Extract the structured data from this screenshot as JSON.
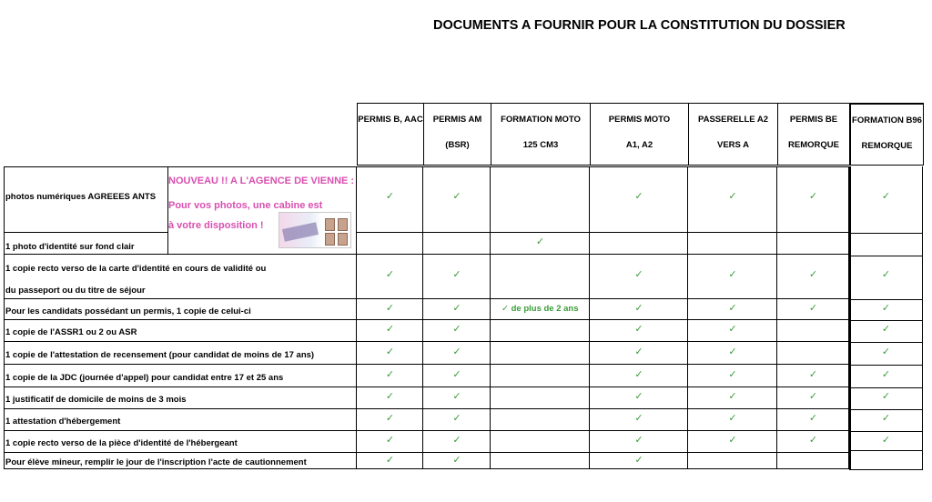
{
  "title": "DOCUMENTS A FOURNIR POUR LA CONSTITUTION DU DOSSIER",
  "columns": [
    {
      "line1": "PERMIS B, AAC",
      "line2": ""
    },
    {
      "line1": "PERMIS AM",
      "line2": "(BSR)"
    },
    {
      "line1": "FORMATION MOTO",
      "line2": "125 CM3"
    },
    {
      "line1": "PERMIS MOTO",
      "line2": "A1, A2"
    },
    {
      "line1": "PASSERELLE A2",
      "line2": "VERS A"
    },
    {
      "line1": "PERMIS BE",
      "line2": "REMORQUE"
    },
    {
      "line1": "FORMATION B96",
      "line2": "REMORQUE"
    }
  ],
  "promo": {
    "line1": "NOUVEAU !! A L'AGENCE DE VIENNE :",
    "line2": "Pour vos photos, une cabine est",
    "line3": "à votre disposition !"
  },
  "check_mark": "✓",
  "rows": [
    {
      "label": [
        "photos numériques AGREEES ANTS"
      ],
      "checks": [
        true,
        true,
        false,
        true,
        true,
        true,
        true
      ]
    },
    {
      "label": [
        "1 photo d'identité sur fond clair"
      ],
      "checks": [
        false,
        false,
        true,
        false,
        false,
        false,
        false
      ]
    },
    {
      "label": [
        "1 copie recto verso de la carte d'identité en cours de validité ou",
        "du passeport ou du titre de séjour"
      ],
      "checks": [
        true,
        true,
        false,
        true,
        true,
        true,
        true
      ]
    },
    {
      "label": [
        "Pour les candidats possédant un permis, 1 copie de celui-ci"
      ],
      "checks": [
        true,
        true,
        "note",
        true,
        true,
        true,
        true
      ],
      "note": "✓ de plus de 2 ans"
    },
    {
      "label": [
        "1 copie de l'ASSR1 ou 2 ou ASR"
      ],
      "checks": [
        true,
        true,
        false,
        true,
        true,
        false,
        true
      ]
    },
    {
      "label": [
        "1 copie de l'attestation de recensement (pour candidat de moins de 17 ans)"
      ],
      "checks": [
        true,
        true,
        false,
        true,
        true,
        false,
        true
      ]
    },
    {
      "label": [
        "1 copie de la JDC (journée d'appel) pour candidat entre 17 et 25 ans"
      ],
      "checks": [
        true,
        true,
        false,
        true,
        true,
        true,
        true
      ]
    },
    {
      "label": [
        "1 justificatif de domicile de moins de 3 mois"
      ],
      "checks": [
        true,
        true,
        false,
        true,
        true,
        true,
        true
      ]
    },
    {
      "label": [
        "1 attestation d'hébergement"
      ],
      "checks": [
        true,
        true,
        false,
        true,
        true,
        true,
        true
      ]
    },
    {
      "label": [
        "1 copie recto verso de la pièce d'identité de l'hébergeant"
      ],
      "checks": [
        true,
        true,
        false,
        true,
        true,
        true,
        true
      ]
    },
    {
      "label": [
        "Pour élève mineur, remplir le jour de l'inscription l'acte de cautionnement"
      ],
      "checks": [
        true,
        true,
        false,
        true,
        false,
        false,
        false
      ]
    }
  ]
}
